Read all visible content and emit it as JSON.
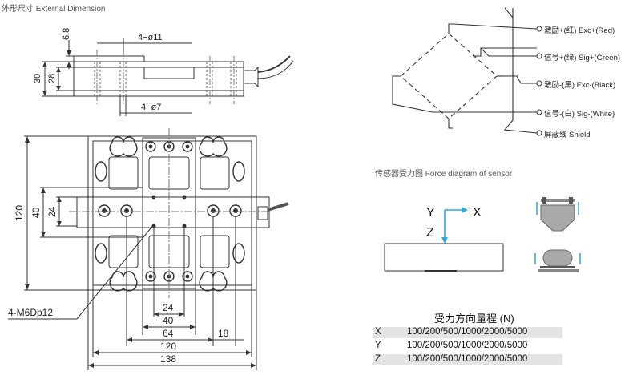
{
  "titles": {
    "external": "外形尺寸 External Dimension",
    "force": "传感器受力图 Force diagram of sensor"
  },
  "dims": {
    "d68": "6.8",
    "hole11": "4−ø11",
    "d30": "30",
    "d28": "28",
    "hole7": "4−ø7",
    "d120v": "120",
    "d40v": "40",
    "d24v": "24",
    "thread": "4-M6Dp12",
    "d24h": "24",
    "d40h": "40",
    "d64": "64",
    "d18": "18",
    "d120h": "120",
    "d138": "138"
  },
  "wiring": [
    {
      "label": "激励+(红) Exc+(Red)"
    },
    {
      "label": "信号+(绿) Sig+(Green)"
    },
    {
      "label": "激励-(黑) Exc-(Black)"
    },
    {
      "label": "信号-(白) Sig-(White)"
    },
    {
      "label": "屏蔽线 Shield"
    }
  ],
  "axes": {
    "y": "Y",
    "x": "X",
    "z": "Z"
  },
  "range": {
    "title": "受力方向量程 (N)",
    "rows": [
      {
        "axis": "X",
        "values": "100/200/500/1000/2000/5000"
      },
      {
        "axis": "Y",
        "values": "100/200/500/1000/2000/5000"
      },
      {
        "axis": "Z",
        "values": "100/200/500/1000/2000/5000"
      }
    ]
  },
  "colors": {
    "accent": "#2aa7df",
    "line": "#333333"
  }
}
